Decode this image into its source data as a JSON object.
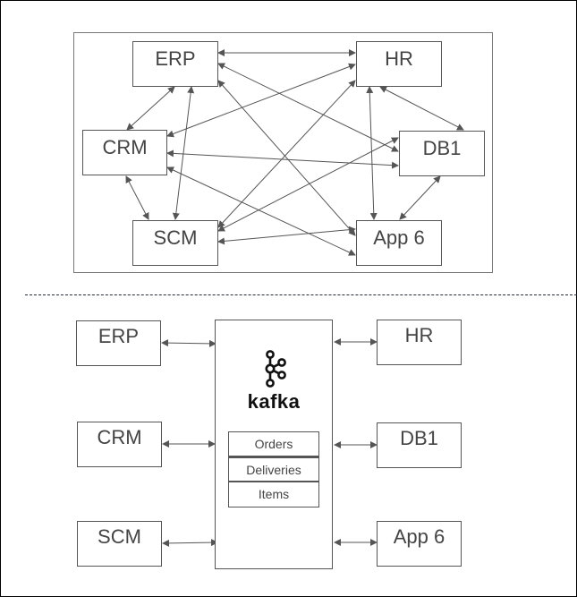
{
  "top_diagram": {
    "nodes": {
      "erp": "ERP",
      "hr": "HR",
      "crm": "CRM",
      "db1": "DB1",
      "scm": "SCM",
      "app6": "App 6"
    }
  },
  "bottom_diagram": {
    "nodes": {
      "erp": "ERP",
      "crm": "CRM",
      "scm": "SCM",
      "hr": "HR",
      "db1": "DB1",
      "app6": "App 6"
    },
    "broker": {
      "name": "kafka",
      "topics": [
        "Orders",
        "Deliveries",
        "Items"
      ]
    }
  },
  "colors": {
    "line": "#555555",
    "divider": "#1f2d3d",
    "text": "#444444"
  }
}
